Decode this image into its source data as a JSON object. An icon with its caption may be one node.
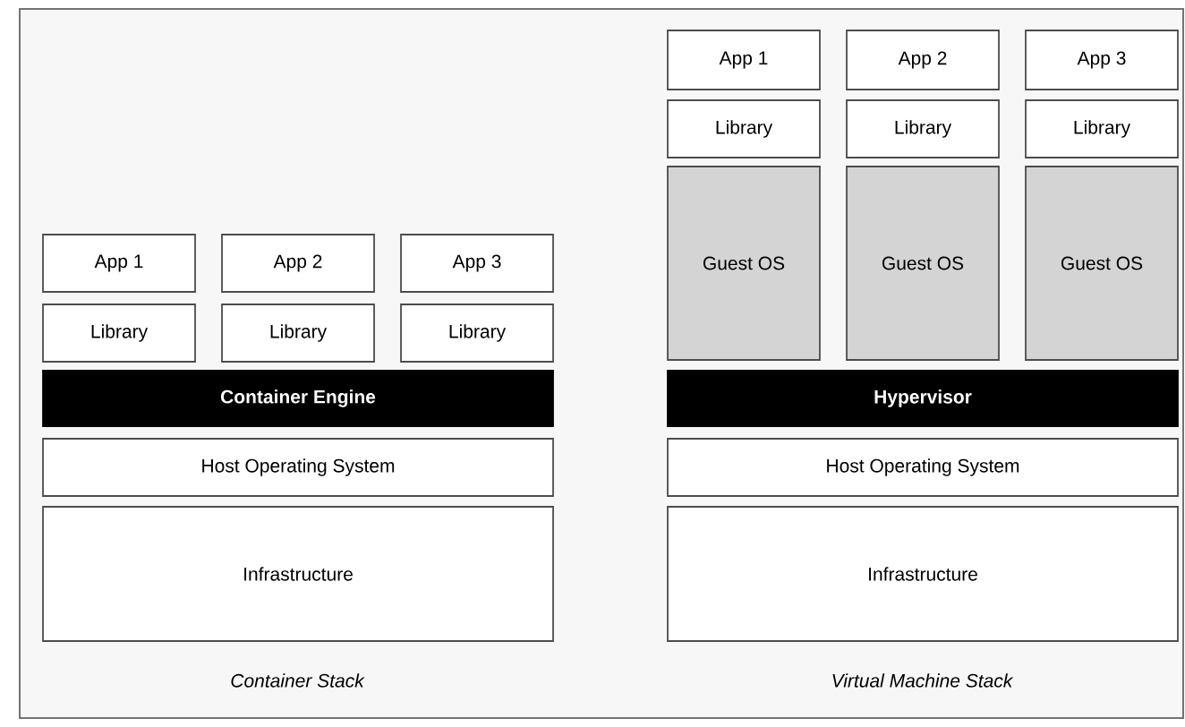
{
  "diagram": {
    "nodes": [
      {
        "text": [
          "App 1"
        ]
      },
      {
        "text": [
          "App 2"
        ]
      },
      {
        "text": [
          "App 3"
        ]
      },
      {
        "text": [
          "Library"
        ]
      },
      {
        "text": [
          "Library"
        ]
      },
      {
        "text": [
          "Library"
        ]
      },
      {
        "text": [
          "Container Engine"
        ]
      },
      {
        "text": [
          "Host Operating System"
        ]
      },
      {
        "text": [
          "Infrastructure"
        ]
      },
      {
        "text": [
          "App 1"
        ]
      },
      {
        "text": [
          "App 2"
        ]
      },
      {
        "text": [
          "App 3"
        ]
      },
      {
        "text": [
          "Library"
        ]
      },
      {
        "text": [
          "Library"
        ]
      },
      {
        "text": [
          "Library"
        ]
      },
      {
        "text": [
          "Guest OS"
        ]
      },
      {
        "text": [
          "Guest OS"
        ]
      },
      {
        "text": [
          "Guest OS"
        ]
      },
      {
        "text": [
          "Hypervisor"
        ]
      },
      {
        "text": [
          "Host Operating System"
        ]
      },
      {
        "text": [
          "Infrastructure"
        ]
      }
    ],
    "labels": [
      "Container Stack",
      "Virtual Machine Stack"
    ]
  }
}
